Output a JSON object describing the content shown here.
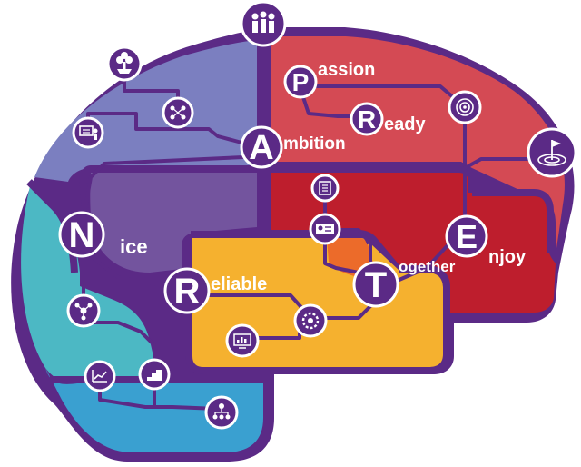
{
  "values": [
    {
      "id": "passion",
      "letter": "P",
      "rest": "assion"
    },
    {
      "id": "ready",
      "letter": "R",
      "rest": "eady"
    },
    {
      "id": "ambition",
      "letter": "A",
      "rest": "mbition"
    },
    {
      "id": "nice",
      "letter": "N",
      "rest": "ice"
    },
    {
      "id": "reliable",
      "letter": "R",
      "rest": "eliable"
    },
    {
      "id": "together",
      "letter": "T",
      "rest": "ogether"
    },
    {
      "id": "enjoy",
      "letter": "E",
      "rest": "njoy"
    }
  ],
  "colors": {
    "outline": "#5b2a86",
    "lavender": "#7b7fc0",
    "purple": "#73549e",
    "teal": "#4cb8c4",
    "blue": "#3aa0d0",
    "coral": "#d44a54",
    "red": "#be1e2d",
    "yellow": "#f5b12f",
    "orange": "#ec6b2a",
    "word_dark": "#5b2a86",
    "word_light": "#ffffff"
  },
  "icons": [
    "team-icon",
    "money-tree-icon",
    "presentation-icon",
    "strategy-network-icon",
    "target-coins-icon",
    "target-flag-icon",
    "checklist-icon",
    "id-card-icon",
    "network-share-icon",
    "growth-chart-icon",
    "growth-steps-icon",
    "hierarchy-icon",
    "gear-cycle-icon",
    "monitor-chart-icon"
  ]
}
